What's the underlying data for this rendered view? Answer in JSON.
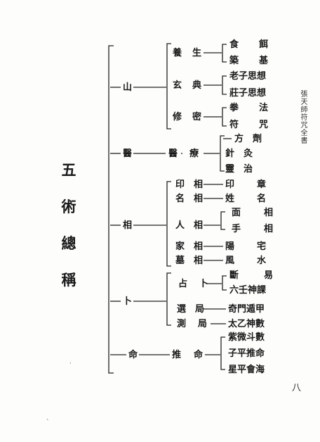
{
  "title_chars": [
    "五",
    "術",
    "總",
    "稱"
  ],
  "side_title": "張天師符咒全書",
  "page_number": "八",
  "shan": {
    "label": "山",
    "children": [
      {
        "label": [
          "養",
          "生"
        ],
        "items": [
          [
            "食",
            "餌"
          ],
          [
            "築",
            "基"
          ]
        ]
      },
      {
        "label": [
          "玄",
          "典"
        ],
        "items": [
          "老子思想",
          "莊子思想"
        ]
      },
      {
        "label": [
          "修",
          "密"
        ],
        "items": [
          [
            "拳",
            "法"
          ],
          [
            "符",
            "咒"
          ]
        ]
      }
    ]
  },
  "yi": {
    "label": "醫",
    "child": [
      "醫",
      "療"
    ],
    "items": [
      "方　劑",
      "針　灸",
      "靈　治"
    ]
  },
  "xiang": {
    "label": "相",
    "children": [
      {
        "label": [
          "印",
          "相"
        ],
        "item": [
          "印",
          "章"
        ]
      },
      {
        "label": [
          "名",
          "相"
        ],
        "item": [
          "姓",
          "名"
        ]
      },
      {
        "label": [
          "人",
          "相"
        ],
        "items": [
          [
            "面",
            "相"
          ],
          [
            "手",
            "相"
          ]
        ]
      },
      {
        "label": [
          "家",
          "相"
        ],
        "item": [
          "陽",
          "宅"
        ]
      },
      {
        "label": [
          "墓",
          "相"
        ],
        "item": [
          "風",
          "水"
        ]
      }
    ]
  },
  "bu": {
    "label": "卜",
    "children": [
      {
        "label": [
          "占",
          "卜"
        ],
        "items": [
          [
            "斷",
            "易"
          ],
          "六壬神課"
        ]
      },
      {
        "label": [
          "選",
          "局"
        ],
        "item": "奇門遁甲"
      },
      {
        "label": [
          "測",
          "局"
        ],
        "item": "太乙神數"
      }
    ]
  },
  "ming": {
    "label": "命",
    "child": [
      "推",
      "命"
    ],
    "items": [
      "紫微斗數",
      "子平推命",
      "星平會海"
    ]
  }
}
